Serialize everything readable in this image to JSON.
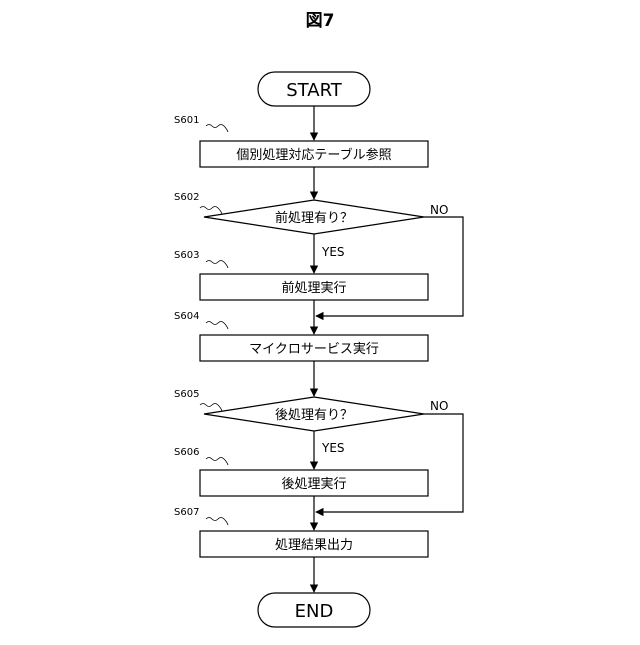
{
  "figure": {
    "title": "図7"
  },
  "flowchart": {
    "start": "START",
    "end": "END",
    "steps": [
      {
        "id": "S601",
        "type": "process",
        "label": "個別処理対応テーブル参照"
      },
      {
        "id": "S602",
        "type": "decision",
        "label": "前処理有り？",
        "yes": "YES",
        "no": "NO"
      },
      {
        "id": "S603",
        "type": "process",
        "label": "前処理実行"
      },
      {
        "id": "S604",
        "type": "process",
        "label": "マイクロサービス実行"
      },
      {
        "id": "S605",
        "type": "decision",
        "label": "後処理有り？",
        "yes": "YES",
        "no": "NO"
      },
      {
        "id": "S606",
        "type": "process",
        "label": "後処理実行"
      },
      {
        "id": "S607",
        "type": "process",
        "label": "処理結果出力"
      }
    ]
  }
}
